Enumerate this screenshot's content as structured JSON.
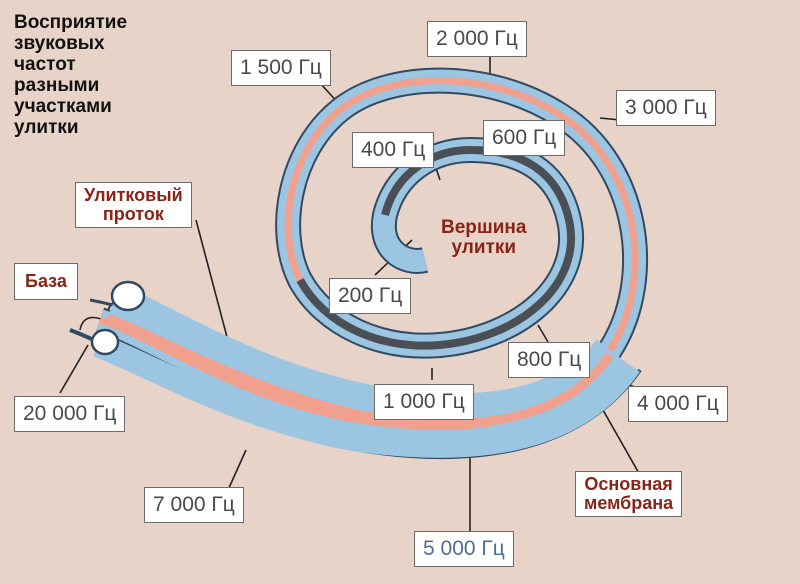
{
  "title": [
    "Восприятие",
    "звуковых",
    "частот",
    "разными",
    "участками",
    "улитки"
  ],
  "labels": {
    "hz_2000": "2 000 Гц",
    "hz_1500": "1 500 Гц",
    "hz_3000": "3 000 Гц",
    "hz_400": "400 Гц",
    "hz_600": "600 Гц",
    "hz_200": "200 Гц",
    "hz_800": "800 Гц",
    "hz_1000": "1 000 Гц",
    "hz_4000": "4 000 Гц",
    "hz_20000": "20 000 Гц",
    "hz_7000": "7 000 Гц",
    "hz_5000": "5 000 Гц"
  },
  "parts": {
    "duct": [
      "Улитковый",
      "проток"
    ],
    "base": "База",
    "apex": [
      "Вершина",
      "улитки"
    ],
    "membrane": [
      "Основная",
      "мембрана"
    ]
  },
  "colors": {
    "background": "#e8d3c8",
    "tube": "#9cc5e2",
    "tube_edge": "#2f4a62",
    "membrane": "#f0a08c",
    "dark_band": "#4a4f56",
    "part_label": "#8a2416",
    "freq_label": "#4a4a4a"
  }
}
